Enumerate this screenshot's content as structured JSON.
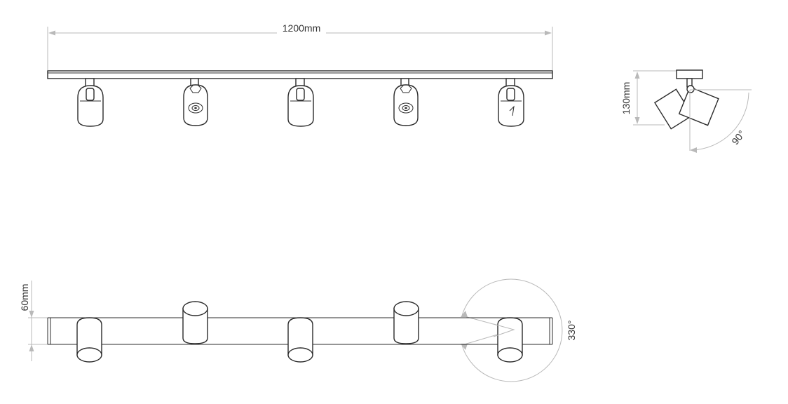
{
  "dimensions": {
    "length": "1200mm",
    "height": "130mm",
    "tilt_angle": "90°",
    "side_height": "60mm",
    "rotation_angle": "330°"
  },
  "front_view": {
    "spotlight_count": 5
  },
  "plan_view": {
    "spotlight_count": 5
  },
  "colors": {
    "line": "#2b2b2b",
    "dimension": "#b9b9b9",
    "text": "#333333"
  }
}
